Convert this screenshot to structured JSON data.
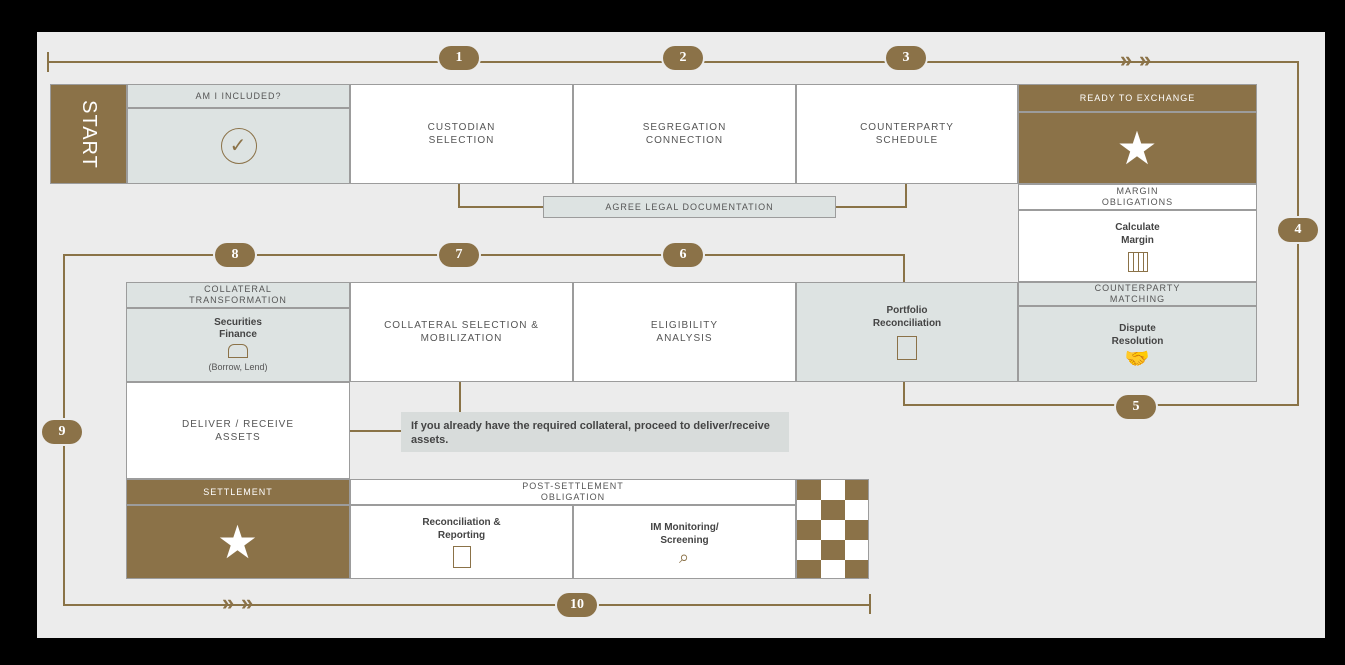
{
  "steps": [
    "1",
    "2",
    "3",
    "4",
    "5",
    "6",
    "7",
    "8",
    "9",
    "10"
  ],
  "start": "START",
  "am_i_included": "AM I INCLUDED?",
  "custodian": "CUSTODIAN SELECTION",
  "segregation": "SEGREGATION CONNECTION",
  "counterparty_schedule": "COUNTERPARTY SCHEDULE",
  "ready_to_exchange": "READY TO EXCHANGE",
  "agree_legal": "AGREE LEGAL DOCUMENTATION",
  "margin_obligations": "MARGIN OBLIGATIONS",
  "calculate_margin": "Calculate Margin",
  "counterparty_matching": "COUNTERPARTY MATCHING",
  "dispute_resolution": "Dispute Resolution",
  "portfolio_reconciliation": "Portfolio Reconciliation",
  "eligibility": "ELIGIBILITY ANALYSIS",
  "collateral_selection": "COLLATERAL SELECTION & MOBILIZATION",
  "collateral_transformation": "COLLATERAL TRANSFORMATION",
  "securities_finance": "Securities Finance",
  "borrow_lend": "(Borrow, Lend)",
  "deliver_receive": "DELIVER / RECEIVE ASSETS",
  "note": "If you already have the required collateral, proceed to deliver/receive assets.",
  "settlement": "SETTLEMENT",
  "post_settlement": "POST-SETTLEMENT OBLIGATION",
  "reconciliation_reporting": "Reconciliation & Reporting",
  "im_monitoring": "IM Monitoring/ Screening",
  "star_glyph": "★",
  "check_glyph": "✓",
  "arrow_glyph": "»",
  "colors": {
    "brown": "#8b7248",
    "grey_cell": "#dde3e2"
  }
}
